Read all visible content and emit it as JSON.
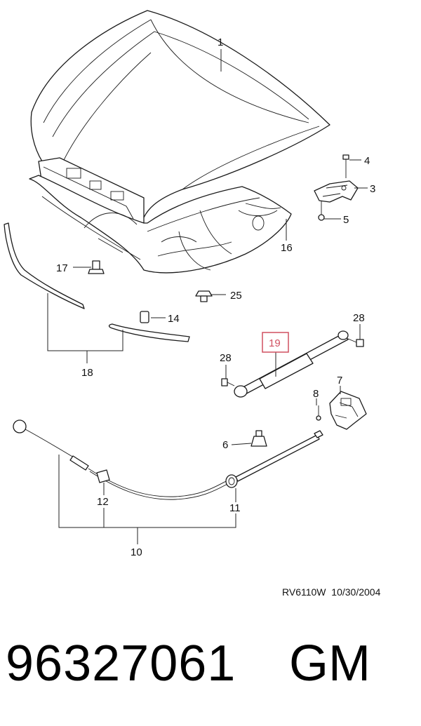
{
  "diagram": {
    "callouts": [
      {
        "id": "1",
        "label": "1"
      },
      {
        "id": "3",
        "label": "3"
      },
      {
        "id": "4",
        "label": "4"
      },
      {
        "id": "5",
        "label": "5"
      },
      {
        "id": "6",
        "label": "6"
      },
      {
        "id": "7",
        "label": "7"
      },
      {
        "id": "8",
        "label": "8"
      },
      {
        "id": "10",
        "label": "10"
      },
      {
        "id": "11",
        "label": "11"
      },
      {
        "id": "12",
        "label": "12"
      },
      {
        "id": "14",
        "label": "14"
      },
      {
        "id": "16",
        "label": "16"
      },
      {
        "id": "17",
        "label": "17"
      },
      {
        "id": "18",
        "label": "18"
      },
      {
        "id": "19",
        "label": "19",
        "highlighted": true
      },
      {
        "id": "25",
        "label": "25"
      },
      {
        "id": "28a",
        "label": "28"
      },
      {
        "id": "28b",
        "label": "28"
      }
    ],
    "highlight_color": "#d05060",
    "reference": "RV6110W  10/30/2004"
  },
  "footer": {
    "part_number": "96327061",
    "brand": "GM"
  }
}
